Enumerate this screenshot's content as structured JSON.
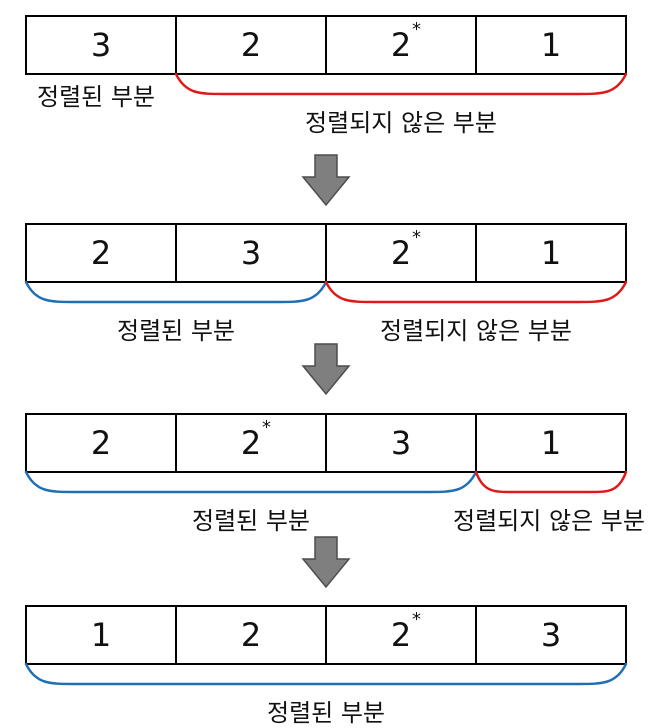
{
  "colors": {
    "sorted": "#1f6fb5",
    "unsorted": "#e01818",
    "arrow_fill": "#7f7f7f",
    "arrow_stroke": "#4d4d4d"
  },
  "steps": [
    {
      "cells": [
        {
          "value": "3",
          "star": ""
        },
        {
          "value": "2",
          "star": ""
        },
        {
          "value": "2",
          "star": "*"
        },
        {
          "value": "1",
          "star": ""
        }
      ],
      "sorted_count": 1,
      "sorted_label": "정렬된 부분",
      "unsorted_label": "정렬되지 않은 부분"
    },
    {
      "cells": [
        {
          "value": "2",
          "star": ""
        },
        {
          "value": "3",
          "star": ""
        },
        {
          "value": "2",
          "star": "*"
        },
        {
          "value": "1",
          "star": ""
        }
      ],
      "sorted_count": 2,
      "sorted_label": "정렬된 부분",
      "unsorted_label": "정렬되지 않은 부분"
    },
    {
      "cells": [
        {
          "value": "2",
          "star": ""
        },
        {
          "value": "2",
          "star": "*"
        },
        {
          "value": "3",
          "star": ""
        },
        {
          "value": "1",
          "star": ""
        }
      ],
      "sorted_count": 3,
      "sorted_label": "정렬된 부분",
      "unsorted_label": "정렬되지 않은 부분"
    },
    {
      "cells": [
        {
          "value": "1",
          "star": ""
        },
        {
          "value": "2",
          "star": ""
        },
        {
          "value": "2",
          "star": "*"
        },
        {
          "value": "3",
          "star": ""
        }
      ],
      "sorted_count": 4,
      "sorted_label": "정렬된 부분",
      "unsorted_label": ""
    }
  ],
  "arrow_count": 3
}
